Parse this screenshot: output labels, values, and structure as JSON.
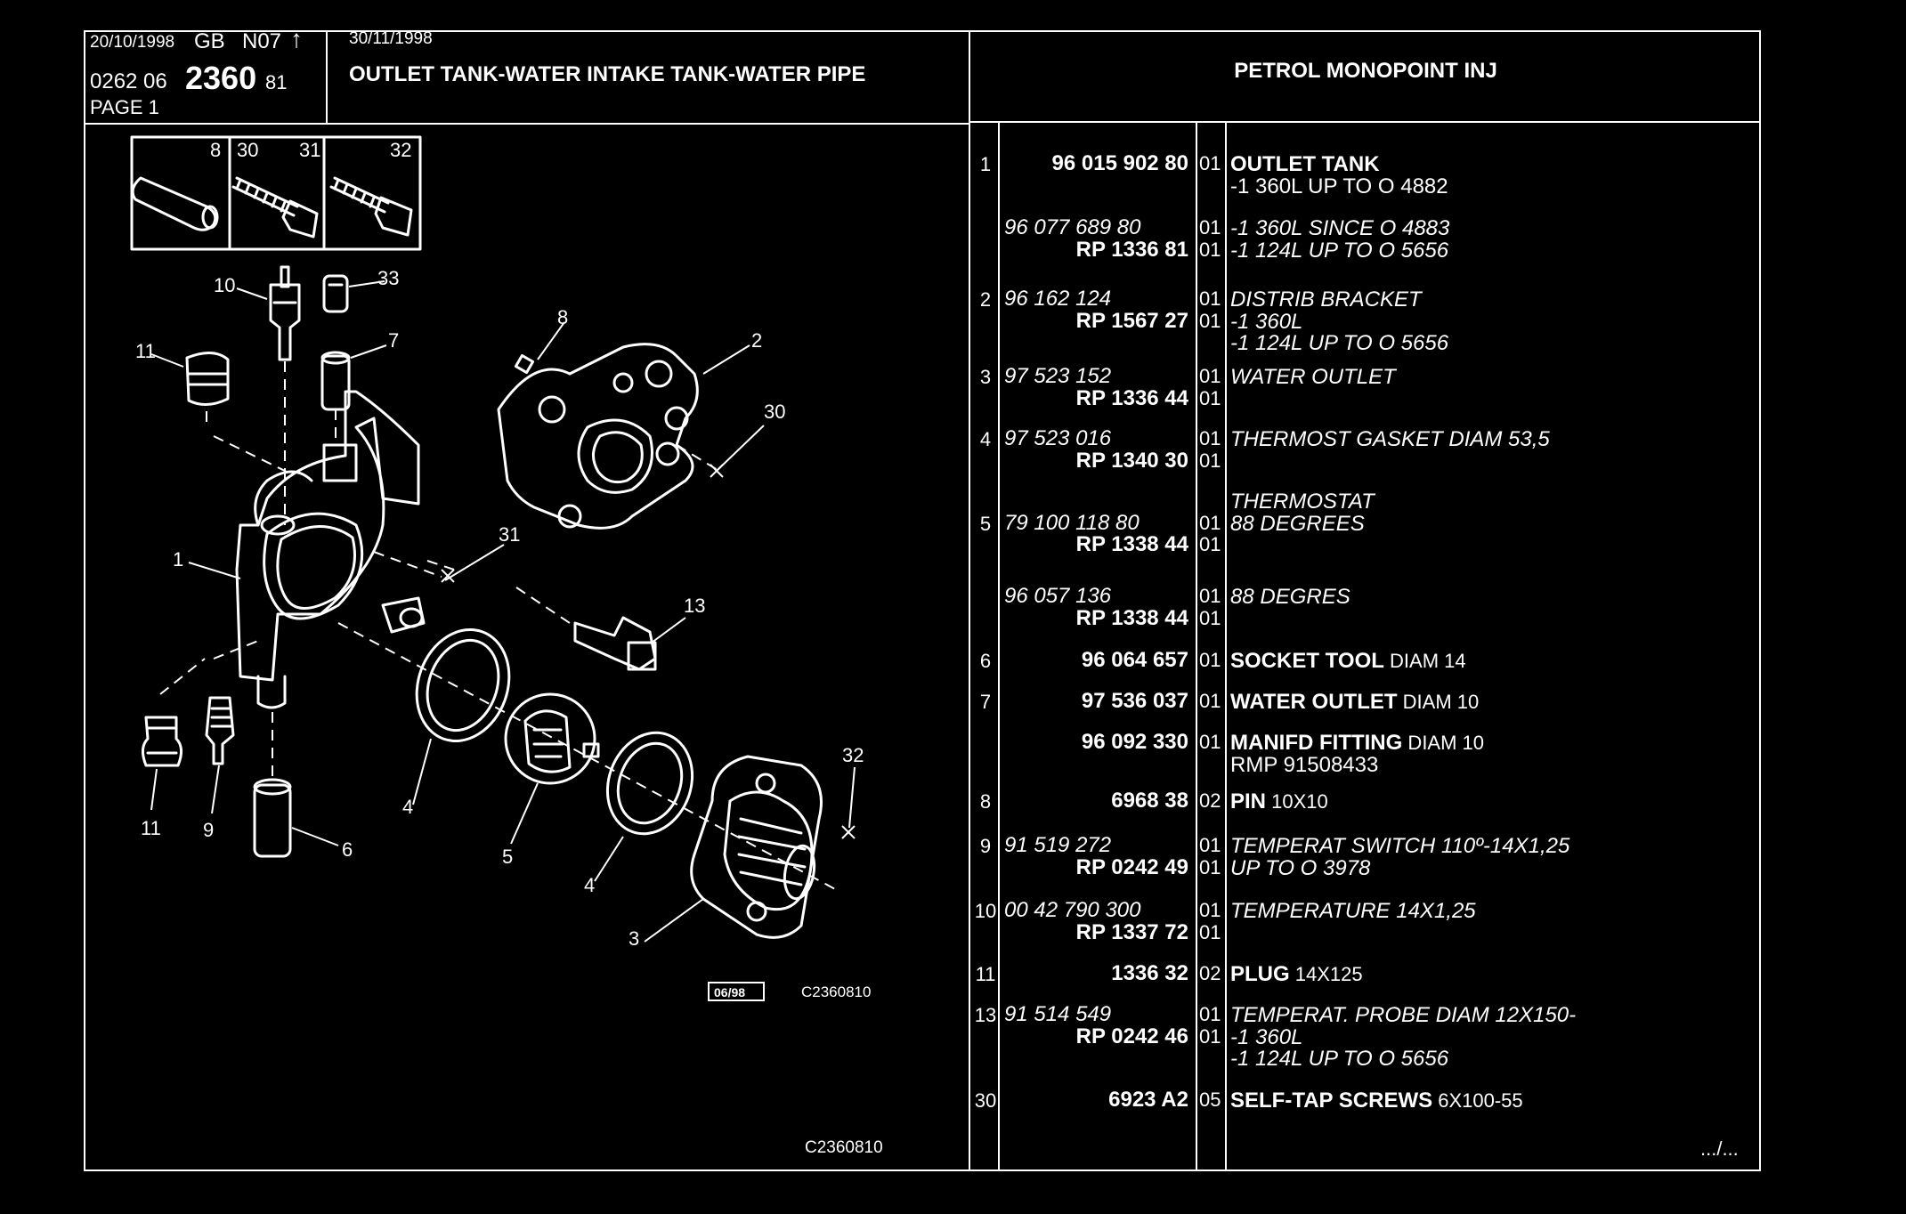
{
  "header": {
    "date1": "20/10/1998",
    "lang": "GB",
    "code": "N07",
    "date2": "30/11/1998",
    "ref_prefix": "0262  06",
    "ref_main": "2360",
    "ref_suffix": "81",
    "page": "PAGE  1",
    "title": "OUTLET TANK-WATER INTAKE TANK-WATER PIPE",
    "engine": "PETROL MONOPOINT INJ"
  },
  "inset_labels": [
    "8",
    "30",
    "31",
    "32"
  ],
  "callouts": [
    "10",
    "33",
    "7",
    "11",
    "8",
    "2",
    "30",
    "1",
    "31",
    "13",
    "11",
    "9",
    "6",
    "4",
    "5",
    "4",
    "3",
    "32"
  ],
  "footer": {
    "stamp": "06/98",
    "code1": "C2360810",
    "code2": "C2360810",
    "continue": ".../..."
  },
  "parts": [
    {
      "ref": "1",
      "lines": [
        {
          "pn": "96 015 902 80",
          "pn_style": "bold-right",
          "qty": "01",
          "desc": "OUTLET TANK",
          "desc_style": "bold"
        },
        {
          "pn": "",
          "qty": "",
          "desc": "-1 360L UP TO O  4882",
          "desc_style": "plain"
        }
      ]
    },
    {
      "ref": "",
      "lines": [
        {
          "pn": "96 077 689 80",
          "pn_style": "italic-left",
          "qty": "01",
          "desc": "-1 360L SINCE O  4883",
          "desc_style": "italic"
        },
        {
          "pn": "RP  1336 81",
          "pn_style": "bold-right",
          "qty": "01",
          "desc": "-1 124L UP TO O  5656",
          "desc_style": "italic"
        }
      ]
    },
    {
      "ref": "2",
      "lines": [
        {
          "pn": "96 162 124",
          "pn_style": "italic-left",
          "qty": "01",
          "desc": "DISTRIB BRACKET",
          "desc_style": "italic"
        },
        {
          "pn": "RP  1567 27",
          "pn_style": "bold-right",
          "qty": "01",
          "desc": "-1 360L",
          "desc_style": "italic"
        },
        {
          "pn": "",
          "qty": "",
          "desc": "-1 124L UP TO O  5656",
          "desc_style": "italic"
        }
      ]
    },
    {
      "ref": "3",
      "lines": [
        {
          "pn": "97 523 152",
          "pn_style": "italic-left",
          "qty": "01",
          "desc": "WATER OUTLET",
          "desc_style": "italic"
        },
        {
          "pn": "RP  1336 44",
          "pn_style": "bold-right",
          "qty": "01",
          "desc": "",
          "desc_style": "plain"
        }
      ]
    },
    {
      "ref": "4",
      "lines": [
        {
          "pn": "97 523 016",
          "pn_style": "italic-left",
          "qty": "01",
          "desc": "THERMOST GASKET DIAM 53,5",
          "desc_style": "italic"
        },
        {
          "pn": "RP  1340 30",
          "pn_style": "bold-right",
          "qty": "01",
          "desc": "",
          "desc_style": "plain"
        }
      ]
    },
    {
      "ref": "5",
      "lines": [
        {
          "pn": "",
          "qty": "",
          "desc": "THERMOSTAT",
          "desc_style": "italic"
        },
        {
          "pn": "79 100 118 80",
          "pn_style": "italic-left",
          "qty": "01",
          "desc": "88 DEGREES",
          "desc_style": "italic"
        },
        {
          "pn": "RP  1338 44",
          "pn_style": "bold-right",
          "qty": "01",
          "desc": "",
          "desc_style": "plain"
        }
      ]
    },
    {
      "ref": "",
      "lines": [
        {
          "pn": "96 057 136",
          "pn_style": "italic-left",
          "qty": "01",
          "desc": "88 DEGRES",
          "desc_style": "italic"
        },
        {
          "pn": "RP  1338 44",
          "pn_style": "bold-right",
          "qty": "01",
          "desc": "",
          "desc_style": "plain"
        }
      ]
    },
    {
      "ref": "6",
      "lines": [
        {
          "pn": "96 064 657",
          "pn_style": "bold-right",
          "qty": "01",
          "desc": "SOCKET TOOL",
          "desc_extra": "DIAM 14",
          "desc_style": "bold"
        }
      ]
    },
    {
      "ref": "7",
      "lines": [
        {
          "pn": "97 536 037",
          "pn_style": "bold-right",
          "qty": "01",
          "desc": "WATER OUTLET",
          "desc_extra": "DIAM 10",
          "desc_style": "bold"
        }
      ]
    },
    {
      "ref": "",
      "lines": [
        {
          "pn": "96 092 330",
          "pn_style": "bold-right",
          "qty": "01",
          "desc": "MANIFD FITTING",
          "desc_extra": "DIAM 10",
          "desc_style": "bold"
        },
        {
          "pn": "",
          "qty": "",
          "desc": "RMP 91508433",
          "desc_style": "plain"
        }
      ]
    },
    {
      "ref": "8",
      "lines": [
        {
          "pn": "6968 38",
          "pn_style": "bold-right",
          "qty": "02",
          "desc": "PIN",
          "desc_extra": "10X10",
          "desc_style": "bold"
        }
      ]
    },
    {
      "ref": "9",
      "lines": [
        {
          "pn": "91 519 272",
          "pn_style": "italic-left",
          "qty": "01",
          "desc": "TEMPERAT SWITCH 110º-14X1,25",
          "desc_style": "italic"
        },
        {
          "pn": "RP  0242 49",
          "pn_style": "bold-right",
          "qty": "01",
          "desc": "UP TO O  3978",
          "desc_style": "italic"
        }
      ]
    },
    {
      "ref": "10",
      "lines": [
        {
          "pn": "00 42 790 300",
          "pn_style": "italic-left",
          "qty": "01",
          "desc": "TEMPERATURE 14X1,25",
          "desc_style": "italic"
        },
        {
          "pn": "RP  1337 72",
          "pn_style": "bold-right",
          "qty": "01",
          "desc": "",
          "desc_style": "plain"
        }
      ]
    },
    {
      "ref": "11",
      "lines": [
        {
          "pn": "1336 32",
          "pn_style": "bold-right",
          "qty": "02",
          "desc": "PLUG",
          "desc_extra": "14X125",
          "desc_style": "bold"
        }
      ]
    },
    {
      "ref": "13",
      "lines": [
        {
          "pn": "91 514 549",
          "pn_style": "italic-left",
          "qty": "01",
          "desc": "TEMPERAT. PROBE DIAM 12X150-",
          "desc_style": "italic"
        },
        {
          "pn": "RP  0242 46",
          "pn_style": "bold-right",
          "qty": "01",
          "desc": "-1 360L",
          "desc_style": "italic"
        },
        {
          "pn": "",
          "qty": "",
          "desc": "-1 124L UP TO O  5656",
          "desc_style": "italic"
        }
      ]
    },
    {
      "ref": "30",
      "lines": [
        {
          "pn": "6923 A2",
          "pn_style": "bold-right",
          "qty": "05",
          "desc": "SELF-TAP SCREWS",
          "desc_extra": "6X100-55",
          "desc_style": "bold"
        }
      ]
    }
  ]
}
